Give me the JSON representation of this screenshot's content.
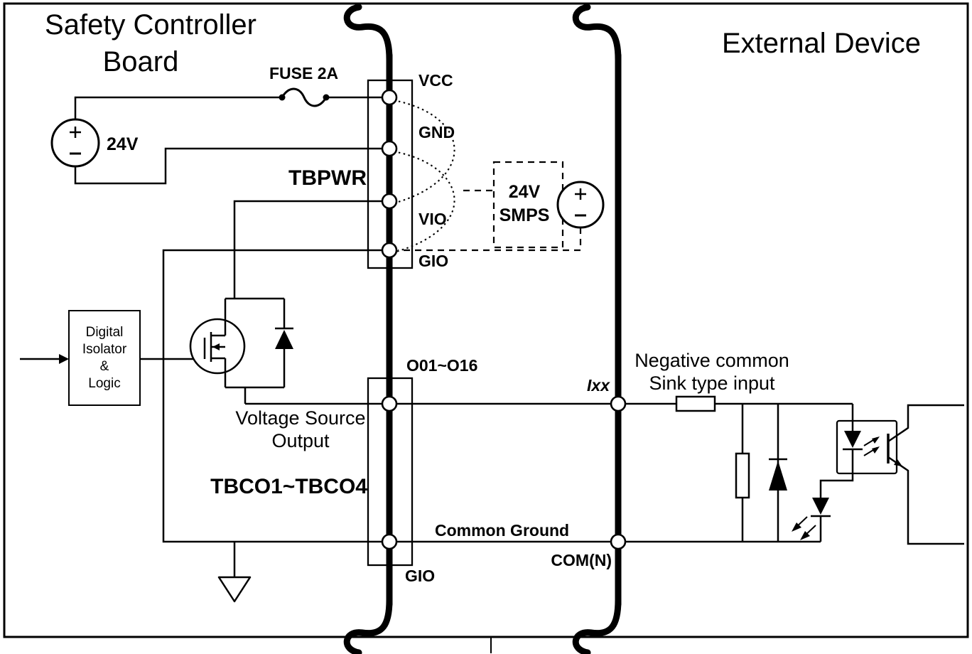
{
  "titles": {
    "board": {
      "line1": "Safety Controller",
      "line2": "Board"
    },
    "device": "External Device"
  },
  "power_supply": {
    "fuse": "FUSE 2A",
    "battery": "24V",
    "smps": {
      "line1": "24V",
      "line2": "SMPS"
    }
  },
  "tbpwr": {
    "name": "TBPWR",
    "pins": [
      "VCC",
      "GND",
      "VIO",
      "GIO"
    ]
  },
  "tbco": {
    "name": "TBCO1~TBCO4",
    "output_pins": "O01~O16",
    "ground_pin": "GIO"
  },
  "isolator": {
    "line1": "Digital",
    "line2": "Isolator",
    "line3": "&",
    "line4": "Logic"
  },
  "output_stage": {
    "line1": "Voltage Source",
    "line2": "Output"
  },
  "field_wiring": {
    "common_ground": "Common Ground",
    "com_terminal": "COM(N)",
    "input_terminal": "Ixx"
  },
  "external_device": {
    "line1": "Negative common",
    "line2": "Sink type input"
  },
  "colors": {
    "ink": "#000000",
    "background": "#ffffff"
  }
}
